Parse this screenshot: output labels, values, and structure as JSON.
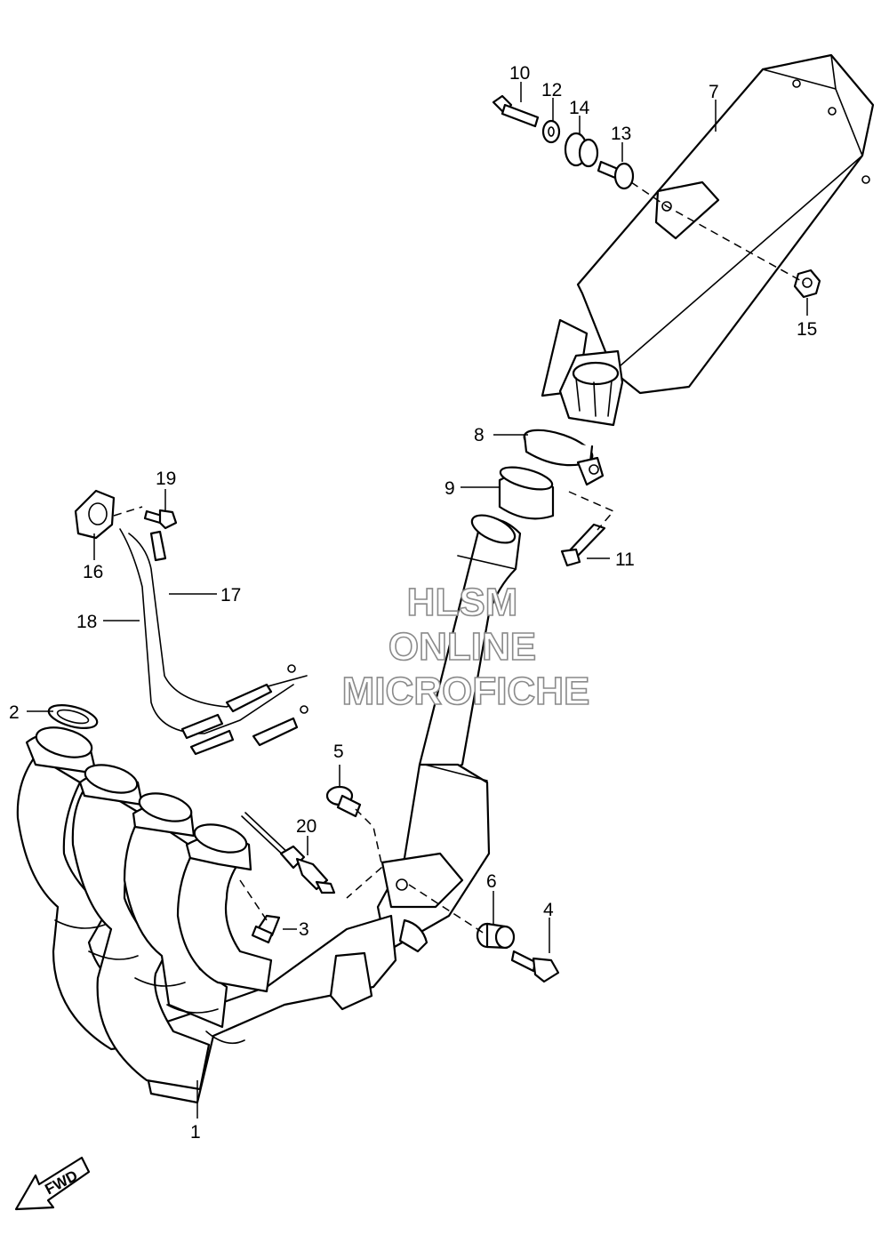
{
  "diagram": {
    "callouts": [
      "1",
      "2",
      "3",
      "4",
      "5",
      "6",
      "7",
      "8",
      "9",
      "10",
      "11",
      "12",
      "13",
      "14",
      "15",
      "16",
      "17",
      "18",
      "19",
      "20"
    ],
    "watermark": {
      "line1": "HLSM",
      "line2": "ONLINE",
      "line3": "MICROFICHE"
    },
    "direction_label": "FWD"
  }
}
